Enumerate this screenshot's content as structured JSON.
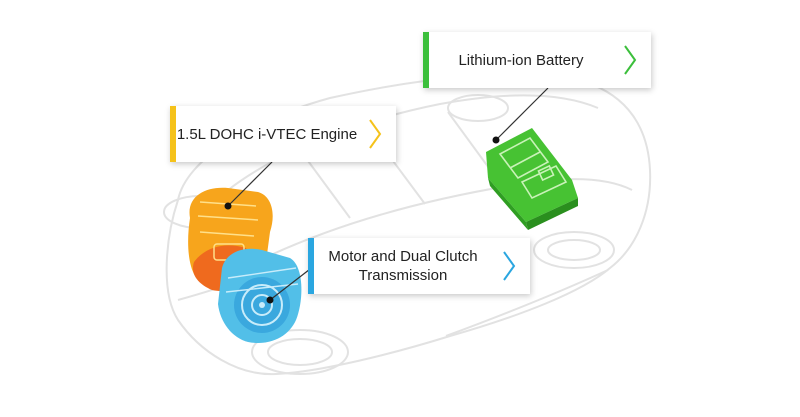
{
  "callouts": [
    {
      "label": "Lithium-ion Battery",
      "accent": "#3cbf3c"
    },
    {
      "label": "1.5L DOHC i-VTEC Engine",
      "accent": "#f5c21a"
    },
    {
      "label": "Motor and Dual Clutch\nTransmission",
      "accent": "#2aa6e0"
    }
  ],
  "icons": {
    "chevron": "chevron-right-icon",
    "marker": "pointer-dot-icon"
  }
}
